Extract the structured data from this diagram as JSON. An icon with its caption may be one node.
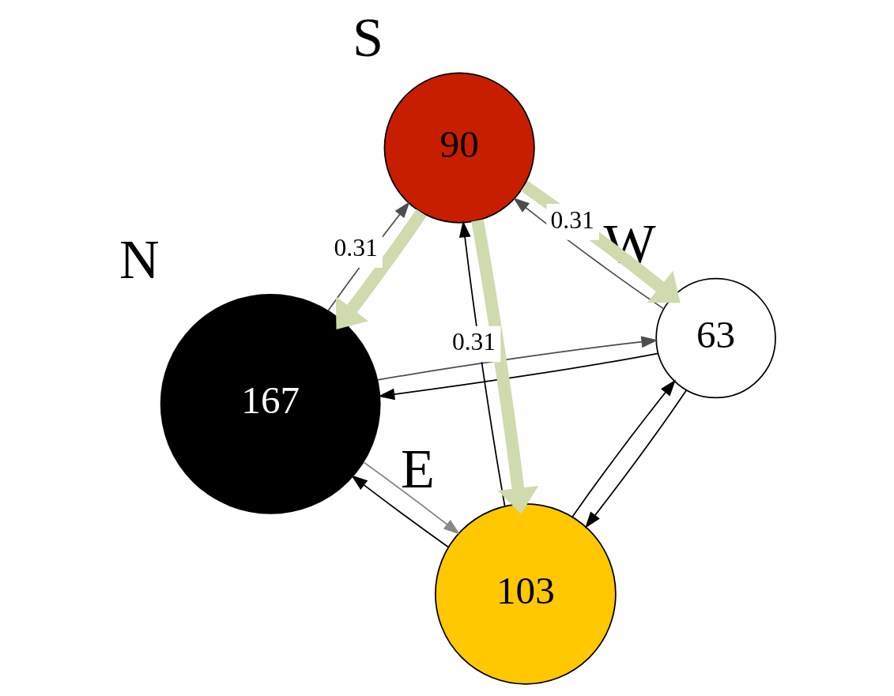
{
  "diagram": {
    "nodes": [
      {
        "text": [
          "167"
        ],
        "beside": [
          "N"
        ]
      },
      {
        "text": [
          "63"
        ],
        "beside": [
          "W"
        ]
      },
      {
        "text": [
          "103"
        ],
        "beside": [
          "E"
        ]
      },
      {
        "text": [
          "90"
        ],
        "beside": [
          "S"
        ]
      }
    ],
    "edges": [
      {
        "from": 1,
        "to": 0,
        "arrow": "to"
      },
      {
        "from": 0,
        "to": 1,
        "arrow": "to",
        "color": "#4d4d4d"
      },
      {
        "from": 3,
        "to": 1,
        "arrow": "to",
        "label": "0.31",
        "style": "thick",
        "color": "#cfdaae"
      },
      {
        "from": 1,
        "to": 3,
        "arrow": "to",
        "color": "#4d4d4d"
      },
      {
        "from": 3,
        "to": 0,
        "arrow": "to",
        "label": "0.31",
        "style": "thick",
        "color": "#cfdaae"
      },
      {
        "from": 0,
        "to": 3,
        "arrow": "to",
        "color": "#4d4d4d"
      },
      {
        "from": 1,
        "to": 2,
        "arrow": "to"
      },
      {
        "from": 2,
        "to": 1,
        "arrow": "to"
      },
      {
        "from": 2,
        "to": 0,
        "arrow": "to"
      },
      {
        "from": 0,
        "to": 2,
        "arrow": "to",
        "color": "#888888"
      },
      {
        "from": 3,
        "to": 2,
        "arrow": "to",
        "label": "0.31",
        "style": "thick",
        "color": "#cfdaae"
      },
      {
        "from": 2,
        "to": 3,
        "arrow": "to"
      }
    ]
  }
}
